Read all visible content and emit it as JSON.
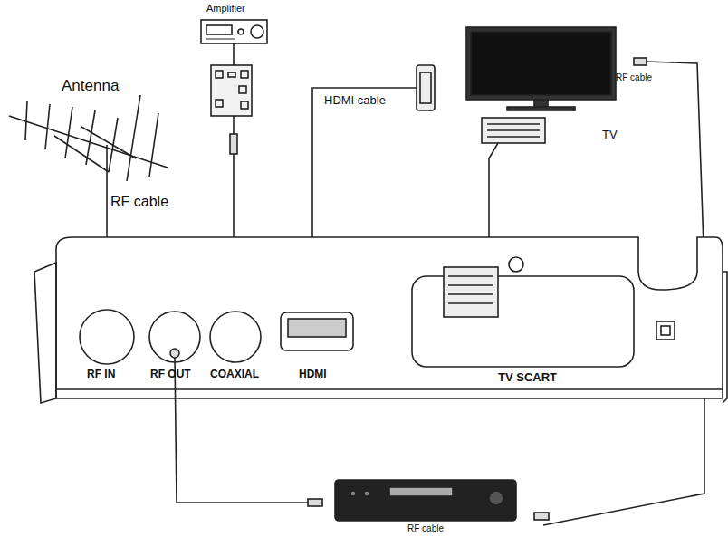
{
  "diagram": {
    "labels": [
      "Amplifier",
      "Antenna",
      "HDMI cable",
      "TV",
      "RF cable",
      "RF cable",
      "RF IN",
      "RF OUT",
      "COAXIAL",
      "HDMI",
      "TV SCART",
      "RF cable"
    ]
  }
}
